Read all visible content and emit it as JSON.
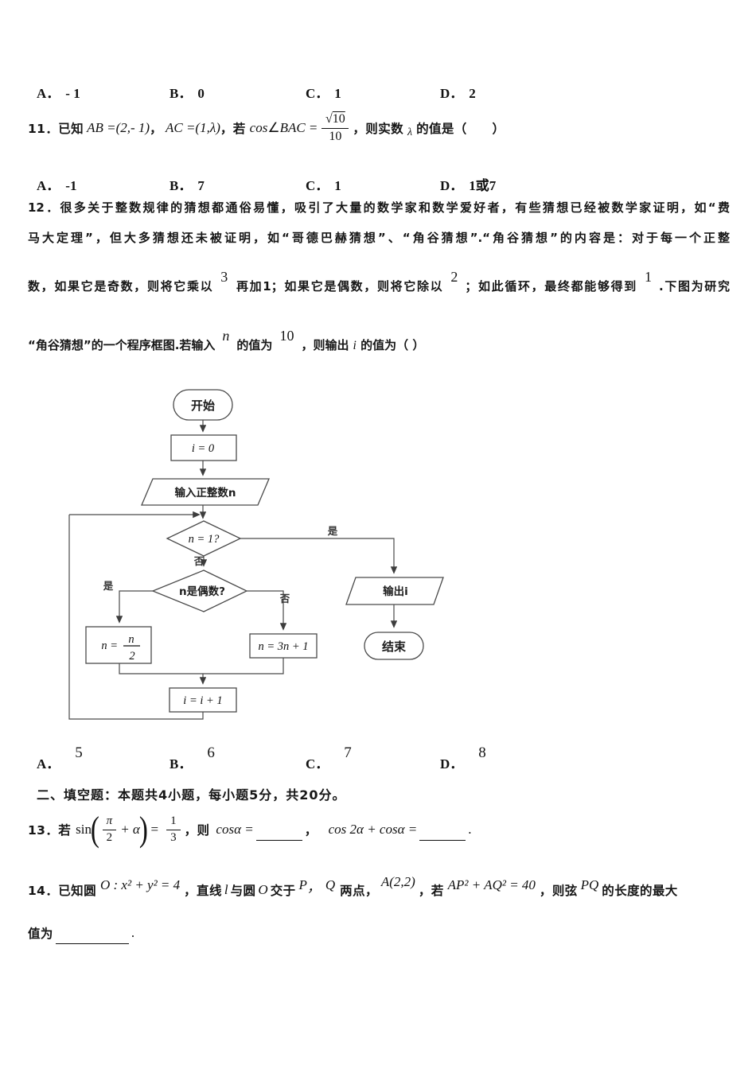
{
  "page": {
    "background": "#ffffff",
    "ink": "#161616"
  },
  "options_row1": [
    {
      "label": "A．",
      "value": "- 1"
    },
    {
      "label": "B．",
      "value": "0"
    },
    {
      "label": "C．",
      "value": "1"
    },
    {
      "label": "D．",
      "value": "2"
    }
  ],
  "q11": {
    "lead": "11．已知",
    "m1": "AB =(2,- 1)",
    "c1": "，",
    "m2": "AC =(1,λ)",
    "c2": "，若",
    "m3": "cos∠BAC =",
    "radical": "√",
    "num": "10",
    "den": "10",
    "c3": "，则实数",
    "lambda": "λ",
    "c4": "的值是（　　）"
  },
  "options_row2": [
    {
      "label": "A．",
      "value": "-1"
    },
    {
      "label": "B．",
      "value": "7"
    },
    {
      "label": "C．",
      "value": "1"
    },
    {
      "label": "D．",
      "value": "1或7"
    }
  ],
  "q12": {
    "line1": "12．很多关于整数规律的猜想都通俗易懂，吸引了大量的数学家和数学爱好者，有些猜想已经被数学家证明，如“费",
    "line2": "马大定理”，但大多猜想还未被证明，如“哥德巴赫猜想”、“角谷猜想”.“角谷猜想”的内容是：对于每一个正整",
    "line3a": "数，如果它是奇数，则将它乘以",
    "sup3": "3",
    "line3b": "再加1；如果它是偶数，则将它除以",
    "sup2": "2",
    "line3c": "；如此循环，最终都能够得到",
    "sup1": "1",
    "line3d": ".下图为研究",
    "line4a": "“角谷猜想”的一个程序框图.若输入",
    "supn": "n",
    "line4b": "的值为",
    "sup10": "10",
    "line4c": "，则输出",
    "i": "i",
    "line4d": "的值为（  ）"
  },
  "flowchart": {
    "start": "开始",
    "init": "i = 0",
    "input": "输入正整数n",
    "cond1": "n = 1?",
    "yes": "是",
    "no": "否",
    "cond2": "n是偶数?",
    "half_lhs": "n =",
    "half_num": "n",
    "half_den": "2",
    "triple": "n = 3n + 1",
    "increment": "i = i + 1",
    "output": "输出i",
    "end": "结束"
  },
  "options_row3": [
    {
      "label": "A．",
      "value": "5"
    },
    {
      "label": "B．",
      "value": "6"
    },
    {
      "label": "C．",
      "value": "7"
    },
    {
      "label": "D．",
      "value": "8"
    }
  ],
  "section2": {
    "heading": "二、填空题：本题共4小题，每小题5分，共20分。"
  },
  "q13": {
    "lead": "13．若",
    "sin": "sin",
    "lparen": "(",
    "pi": "π",
    "two": "2",
    "plus_alpha": "+ α",
    "rparen": ")",
    "eq": "=",
    "one": "1",
    "three": "3",
    "then": "，则",
    "expr1": "cosα =",
    "comma": "，",
    "expr2": "cos 2α + cosα =",
    "period": "."
  },
  "q14": {
    "lead": "14．已知圆",
    "m1": "O : x² + y² = 4",
    "c1": "，直线",
    "l": "l",
    "c2": "与圆",
    "o": "O",
    "c3": "交于",
    "p": "P",
    "pc": "，",
    "q": "Q",
    "c4": "两点，",
    "a": "A(2,2)",
    "c5": "，若",
    "m2": "AP² + AQ² = 40",
    "c6": "，则弦",
    "pq": "PQ",
    "c7": "的长度的最大",
    "line2_lead": "值为",
    "line2_period": "."
  }
}
